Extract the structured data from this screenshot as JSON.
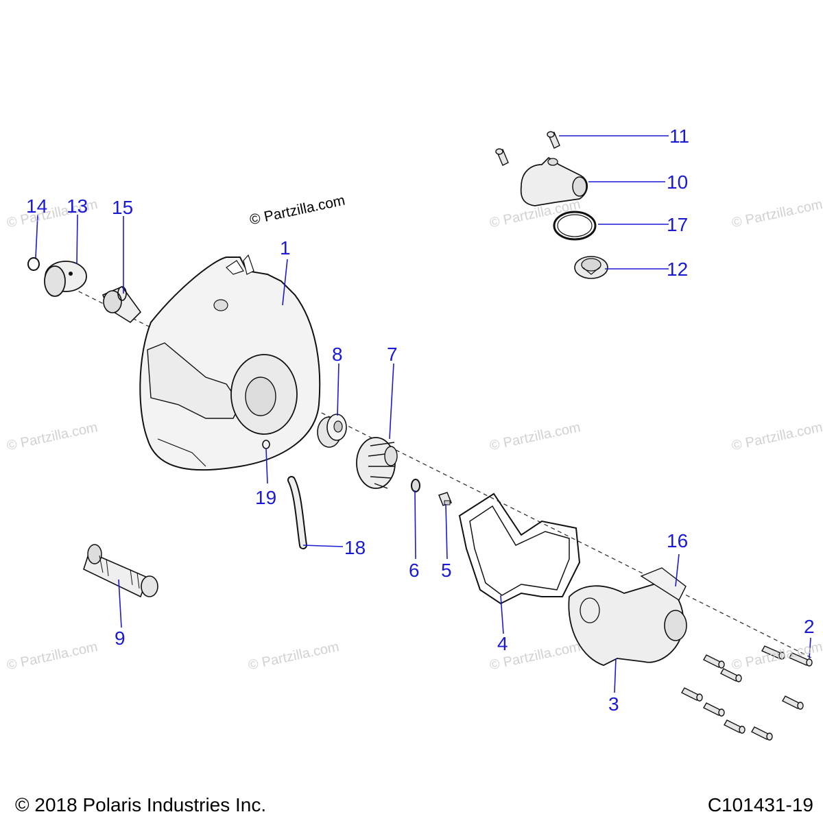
{
  "credit": "© Partzilla.com",
  "watermark_text": "© Partzilla.com",
  "footer": {
    "copyright": "© 2018 Polaris Industries Inc.",
    "drawing_number": "C101431-19"
  },
  "callouts": [
    {
      "id": "c1",
      "label": "1"
    },
    {
      "id": "c2",
      "label": "2"
    },
    {
      "id": "c3",
      "label": "3"
    },
    {
      "id": "c4",
      "label": "4"
    },
    {
      "id": "c5",
      "label": "5"
    },
    {
      "id": "c6",
      "label": "6"
    },
    {
      "id": "c7",
      "label": "7"
    },
    {
      "id": "c8",
      "label": "8"
    },
    {
      "id": "c9",
      "label": "9"
    },
    {
      "id": "c10",
      "label": "10"
    },
    {
      "id": "c11",
      "label": "11"
    },
    {
      "id": "c12",
      "label": "12"
    },
    {
      "id": "c13",
      "label": "13"
    },
    {
      "id": "c14",
      "label": "14"
    },
    {
      "id": "c15",
      "label": "15"
    },
    {
      "id": "c16",
      "label": "16"
    },
    {
      "id": "c17",
      "label": "17"
    },
    {
      "id": "c18",
      "label": "18"
    },
    {
      "id": "c19",
      "label": "19"
    }
  ],
  "colors": {
    "callout": "#1a1ad6",
    "part_fill": "#f1f1f1",
    "part_stroke": "#111111",
    "watermark": "#c9c9c9"
  }
}
